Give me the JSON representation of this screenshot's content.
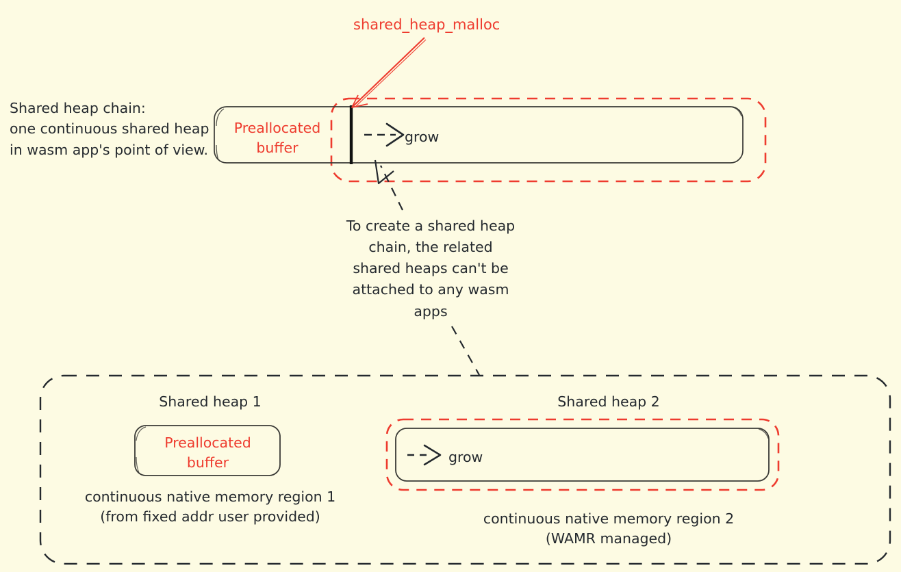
{
  "colors": {
    "background": "#FDFBE3",
    "ink": "#24292e",
    "accent_red": "#EE3B2E"
  },
  "diagram": {
    "title_note": "Shared heap chain:\none continuous shared heap\nin wasm app's point of view.",
    "callout_malloc": "shared_heap_malloc",
    "top_chain": {
      "preallocated_label": "Preallocated\nbuffer",
      "grow_label": "grow",
      "grow_arrow_glyph": "--≻"
    },
    "note_chain_constraint": "To create a shared heap\nchain, the related\nshared heaps can't be\nattached to any wasm\napps",
    "bottom": {
      "heap1": {
        "title": "Shared heap 1",
        "box_label": "Preallocated\nbuffer",
        "caption": "continuous native memory region 1\n(from fixed addr user provided)"
      },
      "heap2": {
        "title": "Shared heap 2",
        "box_label": "grow",
        "grow_arrow_glyph": "--≻",
        "caption": "continuous native memory region 2\n(WAMR managed)"
      }
    }
  }
}
